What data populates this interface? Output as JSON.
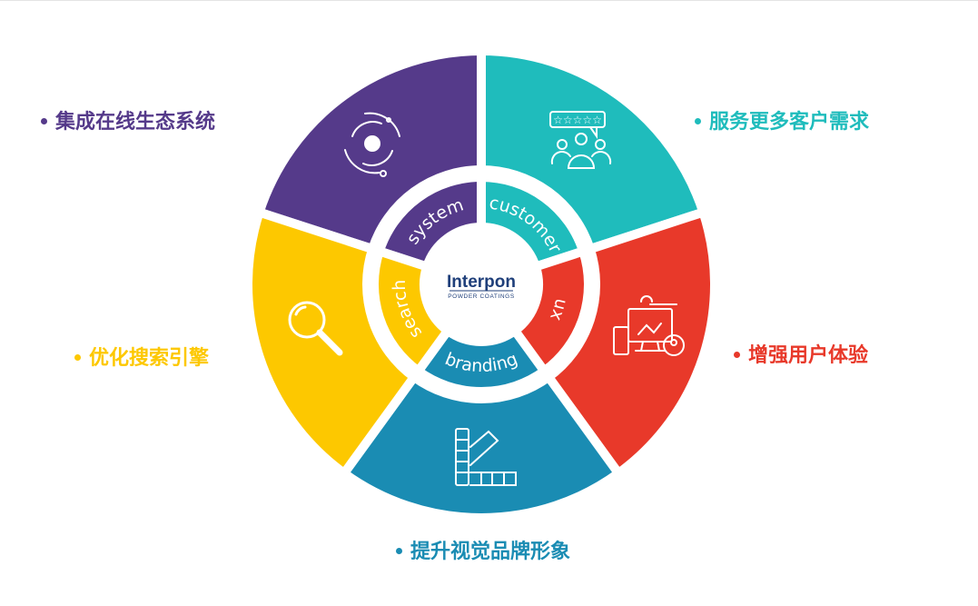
{
  "logo": {
    "name": "Interpon",
    "tagline": "POWDER COATINGS"
  },
  "segments": [
    {
      "key": "system",
      "ring_label": "system",
      "caption": "集成在线生态系统",
      "color": "#553a8a",
      "icon": "galaxy-icon"
    },
    {
      "key": "customer",
      "ring_label": "customer",
      "caption": "服务更多客户需求",
      "color": "#1fbcbc",
      "icon": "customer-rating-icon"
    },
    {
      "key": "ux",
      "ring_label": "ux",
      "caption": "增强用户体验",
      "color": "#e8392a",
      "icon": "devices-user-icon"
    },
    {
      "key": "branding",
      "ring_label": "branding",
      "caption": "提升视觉品牌形象",
      "color": "#1a8cb3",
      "icon": "color-swatch-icon"
    },
    {
      "key": "search",
      "ring_label": "search",
      "caption": "优化搜索引擎",
      "color": "#fdc800",
      "icon": "magnifier-icon"
    }
  ]
}
